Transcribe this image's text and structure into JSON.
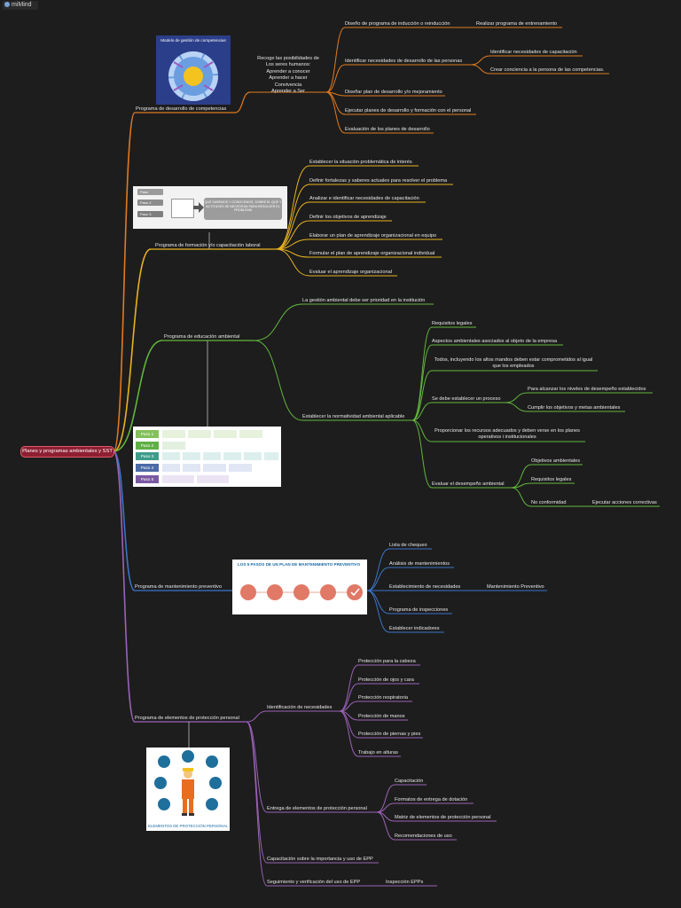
{
  "app": {
    "name": "miMind"
  },
  "root": {
    "label": "Planes y programas ambientales y SST"
  },
  "branches": {
    "competencias": {
      "label": "Programa de desarrollo de competencias",
      "image_title": "Modelo de gestión de competencias",
      "note": [
        "Recoge las posibilidades de",
        "Los seres humanos:",
        "Aprender  a conocer",
        "Aprender a hacer",
        "Convivencia",
        "Aprender a Ser"
      ],
      "children": [
        {
          "label": "Diseño de programa de inducción o reinducción",
          "child": "Realizar programa de entrenamiento"
        },
        {
          "label": "Identificar necesidades de desarrollo de las personas",
          "children": [
            "Identificar necesidades de capacitación",
            "Crear conciencia a la persona de las competencias."
          ]
        },
        {
          "label": "Diseñar plan de desarrollo y/o mejoramiento"
        },
        {
          "label": "Ejecutar planes de desarrollo y formación con el personal"
        },
        {
          "label": "Evaluación de los planes de desarrollo"
        }
      ]
    },
    "formacion": {
      "label": "Programa de formación y/o capacitación laboral",
      "image_steps": [
        "Paso",
        "Paso 2",
        "Paso 3"
      ],
      "image_text": "QUÉ SABEMOS Y CONOCEMOS, SOBRE EL QUE Y ACTITUDES SE NECESITAN PARA RESOLVER EL PROBLEMA",
      "children": [
        "Establecer la situación problemática de interés",
        "Definir fortalezas y saberes actuales para resolver el problema",
        "Analizar e identificar necesidades de capacitación",
        "Definir los objetivos de aprendizaje",
        "Elaborar un plan de aprendizaje organizacional en equipo",
        "Formular el plan de aprendizaje organizacional individual",
        "Evaluar el aprendizaje organizacional"
      ]
    },
    "ambiental": {
      "label": "Programa de educación ambiental",
      "image_steps": [
        "Paso 1",
        "Paso 2",
        "Paso 3",
        "Paso 4",
        "Paso 5"
      ],
      "children": [
        {
          "label": "La gestión ambiental debe ser prioridad en la institución"
        },
        {
          "label": "Establecer la normatividad ambiental aplicable",
          "children": [
            {
              "label": "Requisitos legales"
            },
            {
              "label": "Aspectos ambientales asociados al objeto de la empresa"
            },
            {
              "label": [
                "Todos, incluyendo los altos mandos deben estar comprometidos al igual",
                "que los empleados"
              ]
            },
            {
              "label": "Se debe establecer un proceso",
              "children": [
                "Para alcanzar  los niveles de desempeño establecidos",
                "Cumplir los objetivos y metas ambientales"
              ]
            },
            {
              "label": [
                "Proporcionar los recursos adecuados y deben verse en los planes",
                "operativos i institucionales"
              ]
            },
            {
              "label": "Evaluar el desempeño ambiental",
              "children": [
                "Objetivos ambientales",
                "Requisitos legales",
                "No conformidad"
              ],
              "extra": "Ejecutar acciones correctivas"
            }
          ]
        }
      ]
    },
    "mantenimiento": {
      "label": "Programa de  mantenimiento preventivo",
      "image_title": "LOS 5 PASOS DE UN PLAN DE MANTENIMIENTO PREVENTIVO",
      "children": [
        {
          "label": "Lista de chequeo"
        },
        {
          "label": "Análisis de mantenimientos"
        },
        {
          "label": "Establecimiento de necesidades",
          "child": "Mantenimiento Preventivo"
        },
        {
          "label": "Programa de inspecciones"
        },
        {
          "label": "Establecer indicadores"
        }
      ]
    },
    "epp": {
      "label": "Programa de elementos de protección personal",
      "image_title": "ELEMENTOS DE PROTECCIÓN PERSONAL",
      "children": [
        {
          "label": "Identificación de necesidades",
          "children": [
            "Protección para la cabeza",
            "Protección de ojos y cara",
            "Protección respiratoria",
            "Protección de manos",
            "Protección de piernas y pies",
            "Trabajo en alturas"
          ]
        },
        {
          "label": "Entrega de elementos de protección personal",
          "children": [
            "Capacitación",
            "Formatos de entrega de dotación",
            "Matriz de elementos de protección personal",
            "Recomendaciones de uso"
          ]
        },
        {
          "label": "Capacitación sobre la importancia y uso de EPP"
        },
        {
          "label": "Seguimiento y verificación del uso de EPP",
          "child": "Inspección EPPs"
        }
      ]
    }
  },
  "colors": {
    "orange": "#e07a21",
    "yellow": "#e8b21f",
    "green": "#62b63d",
    "blue": "#3b74c8",
    "purple": "#9b63b8",
    "background": "#1d1d1d"
  }
}
